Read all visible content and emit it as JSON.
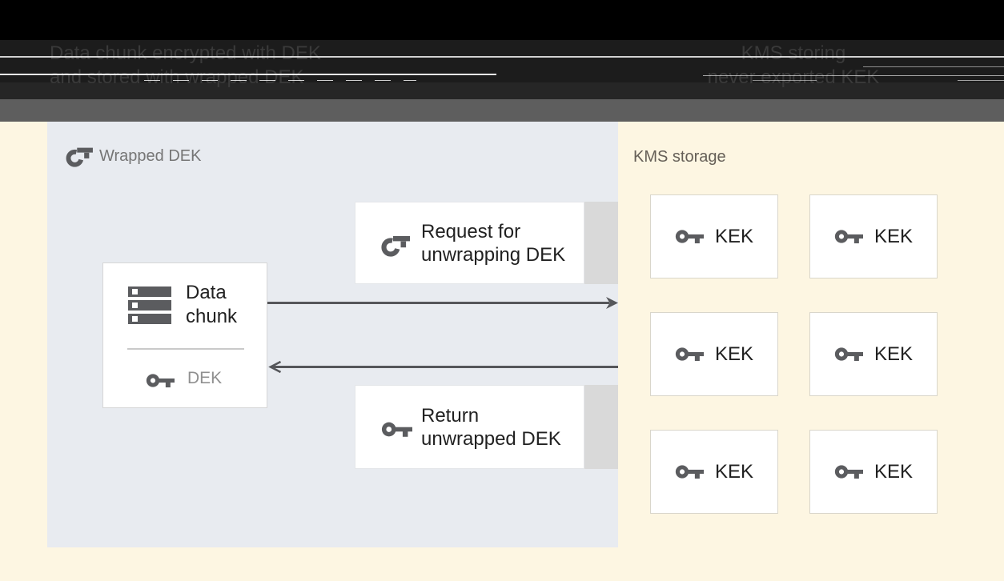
{
  "banner": {
    "caption_left_line1": "Data chunk encrypted with DEK",
    "caption_left_line2": "and stored with wrapped DEK",
    "caption_right_line1": "KMS storing",
    "caption_right_line2": "never exported KEK"
  },
  "panel": {
    "label": "Wrapped DEK",
    "data_chunk": {
      "label": "Data chunk",
      "key_label": "DEK"
    },
    "request_label": "Request for unwrapping DEK",
    "return_label": "Return unwrapped DEK"
  },
  "kms": {
    "label": "KMS storage",
    "kek_boxes": [
      "KEK",
      "KEK",
      "KEK",
      "KEK",
      "KEK",
      "KEK"
    ]
  },
  "icons": {
    "wrapped_key": "open-ring-key-icon",
    "key": "filled-key-icon",
    "data_chunk": "storage-stack-icon",
    "arrow_right": "arrow-right-icon",
    "arrow_left": "arrow-left-icon"
  },
  "colors": {
    "page_bg": "#fdf6e2",
    "panel_bg": "#e8ebf0",
    "banner_bg": "#000000",
    "banner_caption_text": "#3a3a3a",
    "banner_gray_strip": "#5e5e5e",
    "box_shadow_strip": "#d9d9d9",
    "icon_gray": "#5b5c5f",
    "arrow": "#55565a",
    "text_dark": "#212121",
    "text_gray_label": "#767676"
  }
}
